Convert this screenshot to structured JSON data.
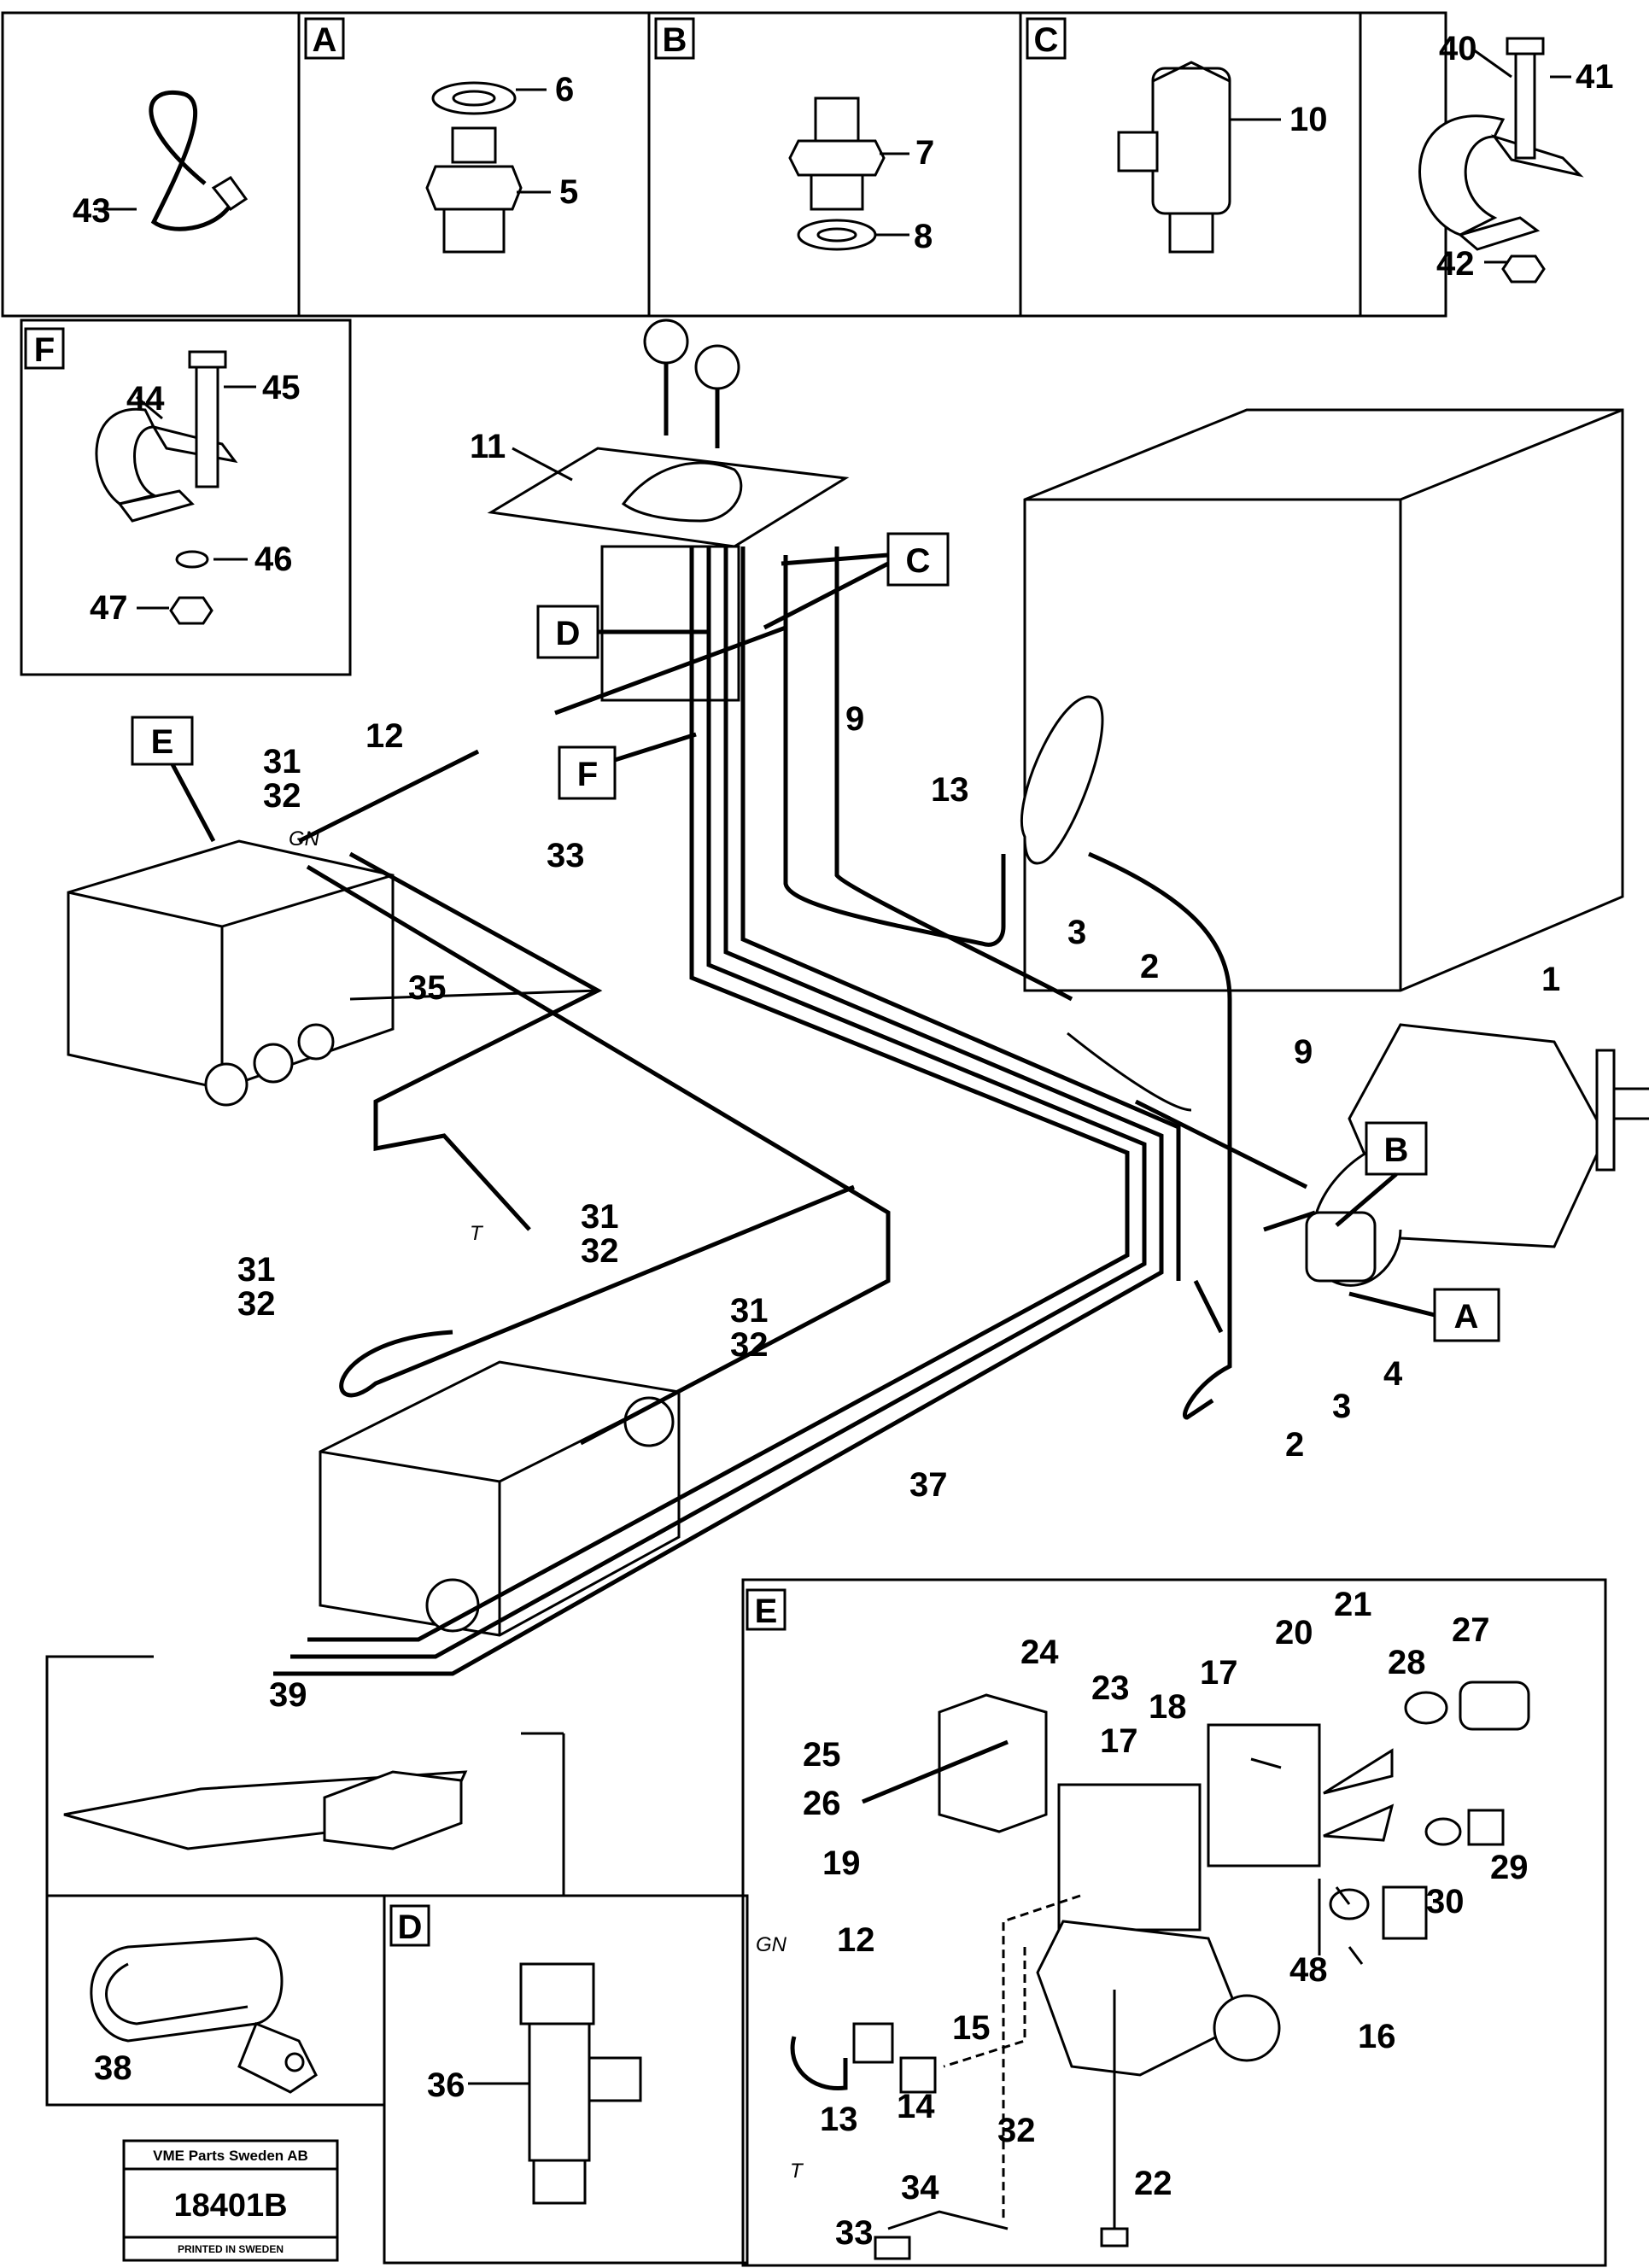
{
  "callouts": {
    "c1": "1",
    "c2a": "2",
    "c2b": "2",
    "c3a": "3",
    "c3b": "3",
    "c4": "4",
    "c5": "5",
    "c6": "6",
    "c7": "7",
    "c8": "8",
    "c9a": "9",
    "c9b": "9",
    "c10": "10",
    "c11": "11",
    "c12": "12",
    "c12e": "12",
    "c13": "13",
    "c13e": "13",
    "c14": "14",
    "c15": "15",
    "c16": "16",
    "c17a": "17",
    "c17b": "17",
    "c18": "18",
    "c19": "19",
    "c20": "20",
    "c21": "21",
    "c22": "22",
    "c23": "23",
    "c24": "24",
    "c25": "25",
    "c26": "26",
    "c27": "27",
    "c28": "28",
    "c29": "29",
    "c30": "30",
    "c31a": "31",
    "c32a": "32",
    "c31b": "31",
    "c32b": "32",
    "c31c": "31",
    "c32c": "32",
    "c31d": "31",
    "c32d": "32",
    "c32e": "32",
    "c33": "33",
    "c33e": "33",
    "c34": "34",
    "c35": "35",
    "c36": "36",
    "c37": "37",
    "c38": "38",
    "c39": "39",
    "c40": "40",
    "c41": "41",
    "c42": "42",
    "c43": "43",
    "c44": "44",
    "c45": "45",
    "c46": "46",
    "c47": "47",
    "c48": "48"
  },
  "letters": {
    "A": "A",
    "B": "B",
    "C": "C",
    "D": "D",
    "E": "E",
    "F": "F"
  },
  "notes": {
    "gn_main": "GN",
    "gn_detail": "GN",
    "t1": "T",
    "t2": "T"
  },
  "stamp": {
    "company": "VME Parts Sweden AB",
    "number": "18401B",
    "printed": "PRINTED IN SWEDEN"
  }
}
